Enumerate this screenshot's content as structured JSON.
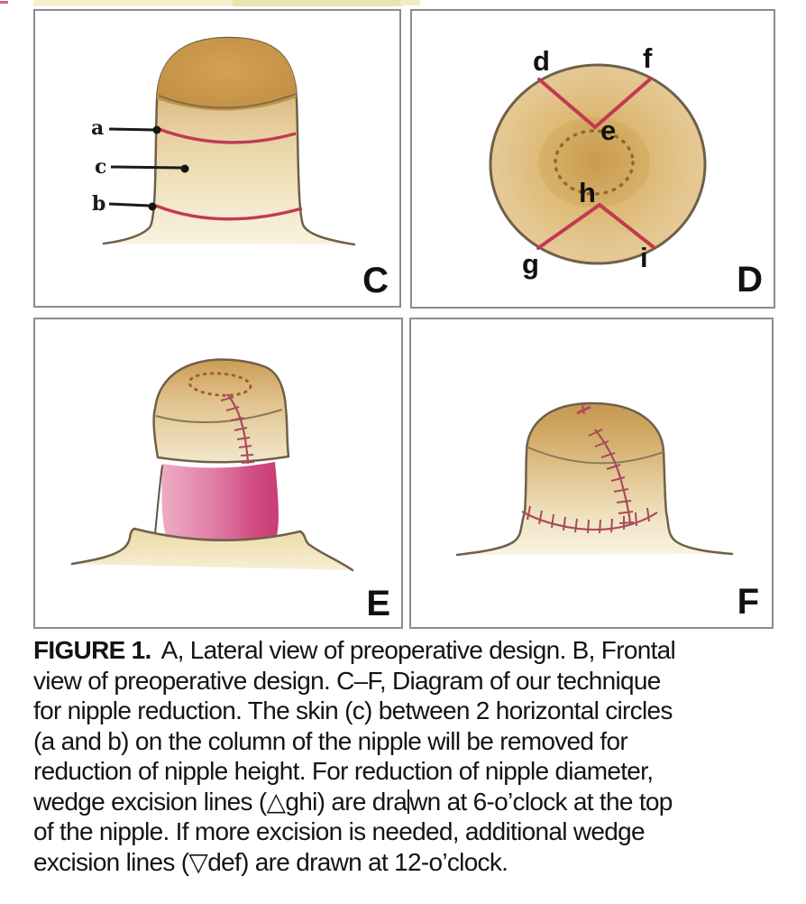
{
  "panels": {
    "c": {
      "label": "C",
      "ann_a": "a",
      "ann_c": "c",
      "ann_b": "b"
    },
    "d": {
      "label": "D",
      "ann_d": "d",
      "ann_f": "f",
      "ann_e": "e",
      "ann_h": "h",
      "ann_g": "g",
      "ann_i": "i"
    },
    "e": {
      "label": "E"
    },
    "f": {
      "label": "F"
    }
  },
  "caption": {
    "label": "FIGURE 1.",
    "line1": "A, Lateral view of preoperative design. B, Frontal",
    "line2": "view of preoperative design. C–F, Diagram of our technique",
    "line3": "for nipple reduction. The skin (c) between 2 horizontal circles",
    "line4": "(a and b) on the column of the nipple will be removed for",
    "line5": "reduction of nipple height. For reduction of nipple diameter,",
    "line6a": "wedge excision lines (△ghi) are dra",
    "line6b": "wn at 6-o’clock at the top",
    "line7": "of the nipple. If more excision is needed, additional wedge",
    "line8": "excision lines (▽def) are drawn at 12-o’clock."
  },
  "colors": {
    "excision_line": "#c23a52",
    "suture_line": "#a84b5e",
    "deepithelialized_pink": "#ce3f78",
    "skin_tan": "#d9b87c",
    "panel_border": "#8c8c8c"
  }
}
